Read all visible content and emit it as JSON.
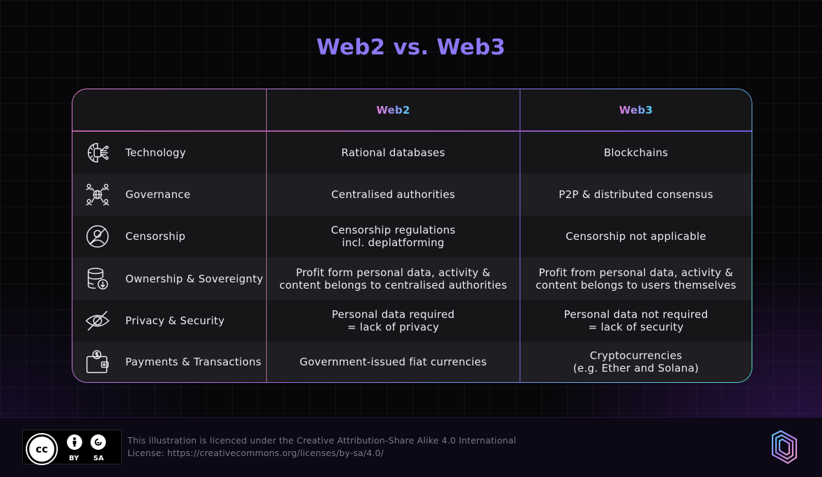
{
  "title": "Web2 vs. Web3",
  "columns": {
    "web2": "Web2",
    "web3": "Web3"
  },
  "rows": [
    {
      "icon": "technology-chip-icon",
      "label": "Technology",
      "web2": "Rational databases",
      "web3": "Blockchains"
    },
    {
      "icon": "governance-network-icon",
      "label": "Governance",
      "web2": "Centralised authorities",
      "web3": "P2P & distributed consensus"
    },
    {
      "icon": "censorship-icon",
      "label": "Censorship",
      "web2": "Censorship regulations\nincl. deplatforming",
      "web3": "Censorship not applicable"
    },
    {
      "icon": "database-ownership-icon",
      "label": "Ownership & Sovereignty",
      "web2": "Profit form personal data, activity &\ncontent belongs to centralised authorities",
      "web3": "Profit from personal data, activity &\ncontent belongs to users themselves"
    },
    {
      "icon": "eye-slash-icon",
      "label": "Privacy & Security",
      "web2": "Personal data required\n= lack of privacy",
      "web3": "Personal data not required\n= lack of security"
    },
    {
      "icon": "wallet-icon",
      "label": "Payments & Transactions",
      "web2": "Government-issued fiat currencies",
      "web3": "Cryptocurrencies\n(e.g. Ether and Solana)"
    }
  ],
  "footer": {
    "cc_label": "cc",
    "by_label": "BY",
    "sa_label": "SA",
    "license_line1": "This illustration is licenced under the Creative Attribution-Share Alike 4.0 International",
    "license_line2": "License: https://creativecommons.org/licenses/by-sa/4.0/"
  },
  "colors": {
    "title": "#8b78f3",
    "border_gradient_start": "#e27fd0",
    "border_gradient_end": "#4fe3c7"
  }
}
